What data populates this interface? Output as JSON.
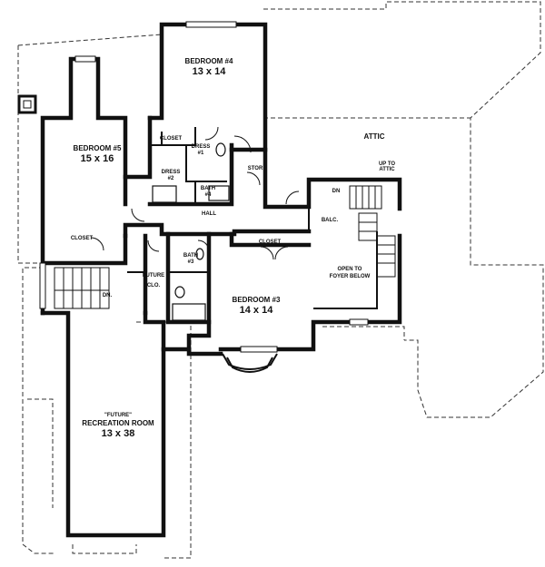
{
  "rooms": {
    "bedroom4": {
      "name": "BEDROOM #4",
      "dims": "13 x 14"
    },
    "bedroom5": {
      "name": "BEDROOM #5",
      "dims": "15 x 16"
    },
    "bedroom3": {
      "name": "BEDROOM #3",
      "dims": "14 x 14"
    },
    "recreation": {
      "prefix": "\"FUTURE\"",
      "name": "RECREATION ROOM",
      "dims": "13 x 38"
    }
  },
  "labels": {
    "attic": "ATTIC",
    "up_to_attic_1": "UP TO",
    "up_to_attic_2": "ATTIC",
    "closet_b4": "CLOSET",
    "dress1_a": "DRESS",
    "dress1_b": "#1",
    "dress2_a": "DRESS",
    "dress2_b": "#2",
    "bath4_a": "BATH",
    "bath4_b": "#4",
    "stor": "STOR",
    "hall": "HALL",
    "balc": "BALC.",
    "dn": "DN",
    "closet_b5": "CLOSET",
    "closet_b3": "CLOSET",
    "bath3_a": "BATH",
    "bath3_b": "#3",
    "future_clo_a": "FUTURE",
    "future_clo_b": "CLO.",
    "stair_dn": "DN.",
    "open_foyer_a": "OPEN TO",
    "open_foyer_b": "FOYER BELOW"
  }
}
